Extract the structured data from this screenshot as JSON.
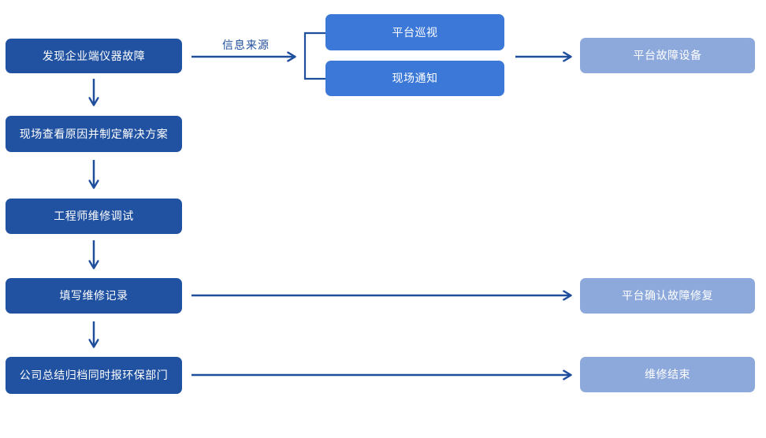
{
  "diagram": {
    "type": "flowchart",
    "colors": {
      "dark_box": "#2152A2",
      "medium_box": "#3B78D8",
      "light_box": "#8DA9DC",
      "arrow": "#1F4E9C",
      "box_text": "#FFFFFF",
      "label_text": "#1F4E9C",
      "background": "#FFFFFF"
    },
    "left_flow": [
      {
        "label": "发现企业端仪器故障"
      },
      {
        "label": "现场查看原因并制定解决方案"
      },
      {
        "label": "工程师维修调试"
      },
      {
        "label": "填写维修记录"
      },
      {
        "label": "公司总结归档同时报环保部门"
      }
    ],
    "sources": {
      "connector_label": "信息来源",
      "items": [
        {
          "label": "平台巡视"
        },
        {
          "label": "现场通知"
        }
      ]
    },
    "platform_flow": [
      {
        "label": "平台故障设备"
      },
      {
        "label": "平台确认故障修复"
      },
      {
        "label": "维修结束"
      }
    ]
  }
}
